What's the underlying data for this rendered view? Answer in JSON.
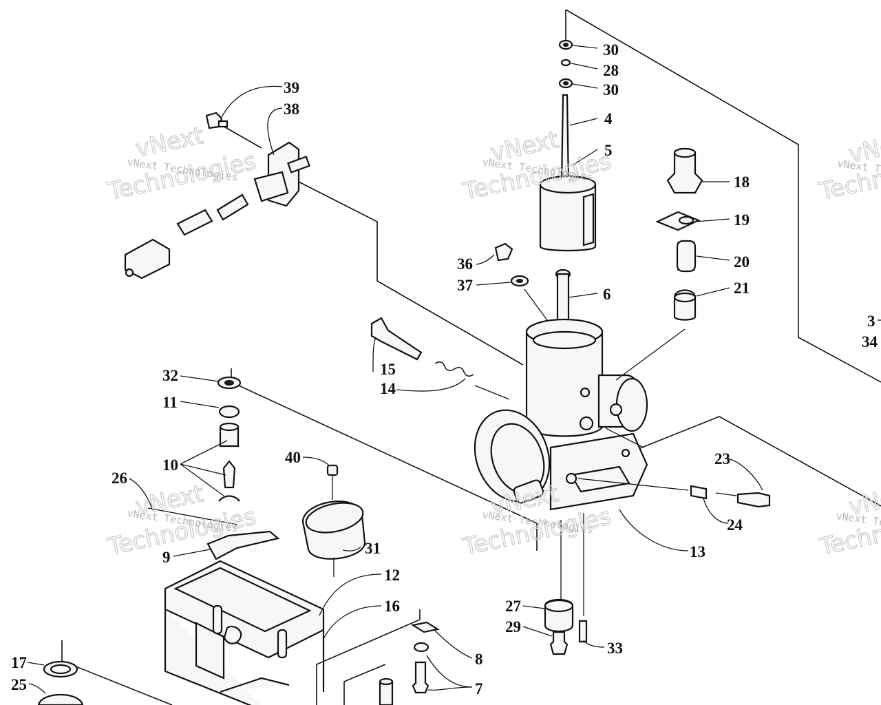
{
  "watermark": {
    "brand_small": "vNext Technologies",
    "brand_big_top": "vNext",
    "brand_big_bottom": "Technologies"
  },
  "callouts": {
    "c39": "39",
    "c38": "38",
    "c30a": "30",
    "c28": "28",
    "c30b": "30",
    "c4": "4",
    "c5": "5",
    "c6": "6",
    "c18": "18",
    "c19": "19",
    "c20": "20",
    "c21": "21",
    "c36": "36",
    "c37": "37",
    "c15": "15",
    "c14": "14",
    "c32": "32",
    "c11": "11",
    "c10": "10",
    "c26": "26",
    "c9": "9",
    "c40": "40",
    "c31": "31",
    "c12": "12",
    "c16": "16",
    "c17": "17",
    "c25": "25",
    "c23": "23",
    "c24": "24",
    "c13": "13",
    "c27": "27",
    "c29": "29",
    "c33": "33",
    "c8": "8",
    "c7": "7",
    "c3": "3",
    "c34": "34"
  }
}
